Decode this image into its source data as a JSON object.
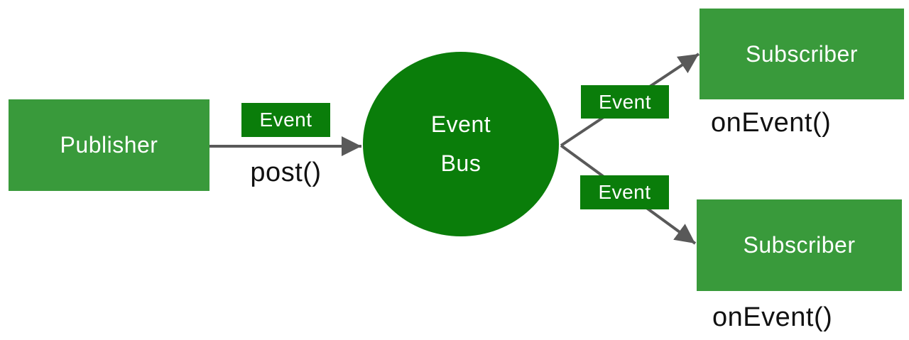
{
  "diagram": {
    "title_implied": "Event Bus publish/subscribe pattern",
    "publisher": {
      "label": "Publisher",
      "method": "post()"
    },
    "event_bus": {
      "line1": "Event",
      "line2": "Bus"
    },
    "event_labels": [
      "Event",
      "Event",
      "Event"
    ],
    "subscribers": [
      {
        "label": "Subscriber",
        "method": "onEvent()"
      },
      {
        "label": "Subscriber",
        "method": "onEvent()"
      }
    ],
    "colors": {
      "node_green": "#399a3b",
      "bus_dark_green": "#0a7d0a",
      "arrow_gray": "#595959",
      "label_text_white": "#ffffff",
      "method_text_black": "#111111",
      "background": "#ffffff"
    }
  }
}
